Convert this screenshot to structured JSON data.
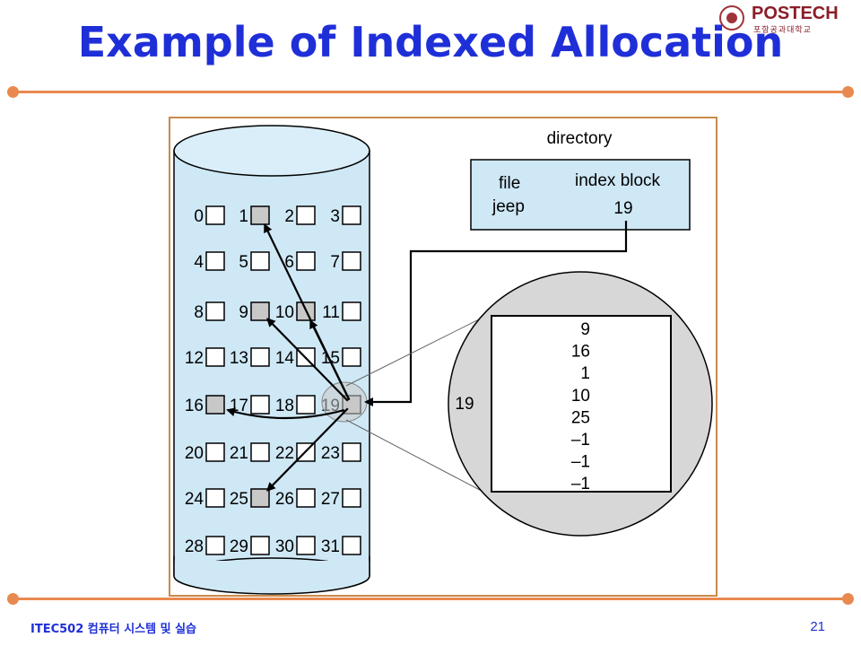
{
  "slide": {
    "title": "Example of Indexed Allocation",
    "footer_course": "ITEC502 컴퓨터 시스템 및 실습",
    "page_number": "21",
    "logo_text": "POSTECH",
    "logo_subtext": "포항공과대학교"
  },
  "colors": {
    "title": "#1f2fd8",
    "rule": "#e88a4f",
    "disk_fill": "#cfe8f6",
    "zoom_circle_fill": "#d7d7d7",
    "used_block_fill": "#c8c8c8",
    "frame_border": "#c98a4a"
  },
  "diagram": {
    "directory_label": "directory",
    "directory_headers": {
      "file": "file",
      "index_block": "index block"
    },
    "directory_entry": {
      "file": "jeep",
      "index_block": "19"
    },
    "blocks": [
      "0",
      "1",
      "2",
      "3",
      "4",
      "5",
      "6",
      "7",
      "8",
      "9",
      "10",
      "11",
      "12",
      "13",
      "14",
      "15",
      "16",
      "17",
      "18",
      "19",
      "20",
      "21",
      "22",
      "23",
      "24",
      "25",
      "26",
      "27",
      "28",
      "29",
      "30",
      "31"
    ],
    "used_blocks": [
      1,
      9,
      10,
      16,
      19,
      25
    ],
    "index_block_number": "19",
    "index_block_entries": [
      "9",
      "16",
      "1",
      "10",
      "25",
      "–1",
      "–1",
      "–1"
    ],
    "pointer_targets": [
      9,
      16,
      1,
      10,
      25
    ]
  }
}
